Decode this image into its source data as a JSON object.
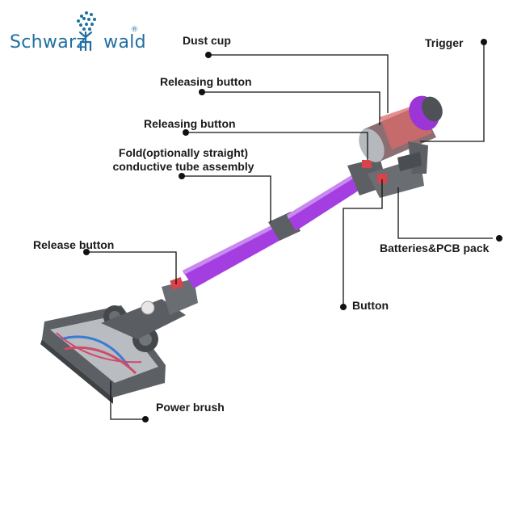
{
  "brand": {
    "name_left": "Schwarz",
    "name_right": "wald",
    "registered": "®",
    "color": "#1f6fa3"
  },
  "labels": {
    "dust_cup": "Dust cup",
    "trigger": "Trigger",
    "releasing_button_1": "Releasing button",
    "releasing_button_2": "Releasing button",
    "fold_line1": "Fold(optionally straight)",
    "fold_line2": "conductive tube assembly",
    "release_button": "Release button",
    "batteries_pcb": "Batteries&PCB pack",
    "button": "Button",
    "power_brush": "Power brush"
  },
  "colors": {
    "tube": "#a43ee0",
    "body_gray": "#5b5f63",
    "accent_red": "#d9434a",
    "leader": "#111111"
  }
}
